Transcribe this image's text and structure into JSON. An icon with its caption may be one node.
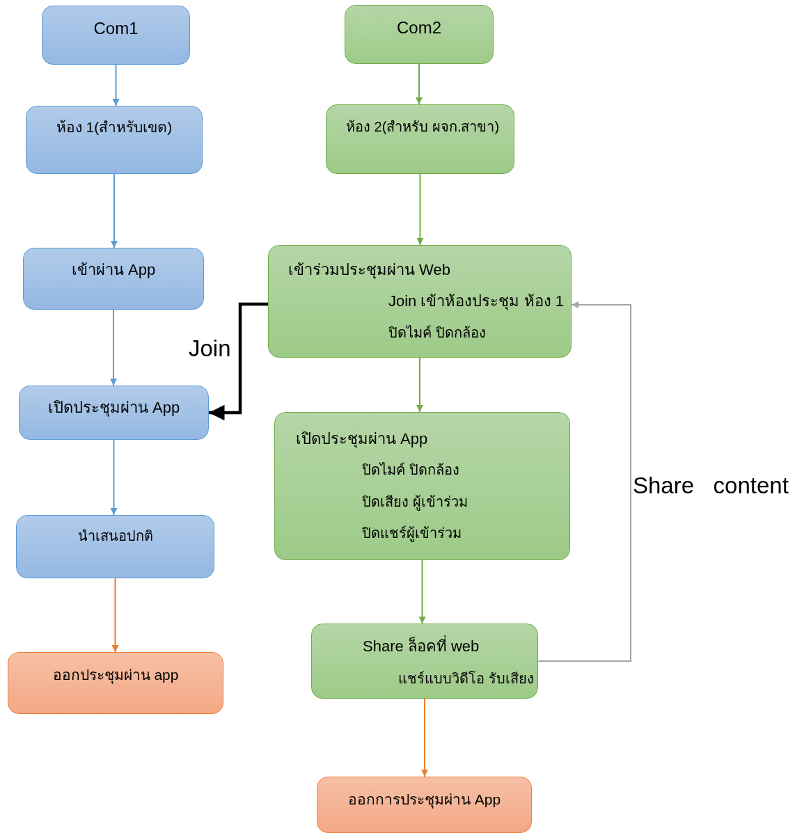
{
  "diagram": {
    "nodes": [
      {
        "text": [
          "Com1"
        ]
      },
      {
        "text": [
          "ห้อง 1(สำหรับเขต)"
        ]
      },
      {
        "text": [
          "เข้าผ่าน App"
        ]
      },
      {
        "text": [
          "เปิดประชุมผ่าน App"
        ]
      },
      {
        "text": [
          "นำเสนอปกติ"
        ]
      },
      {
        "text": [
          "ออกประชุมผ่าน app"
        ]
      },
      {
        "text": [
          "Com2"
        ]
      },
      {
        "text": [
          "ห้อง 2(สำหรับ ผจก.สาขา)"
        ]
      },
      {
        "text": [
          "เข้าร่วมประชุมผ่าน Web",
          "Join เข้าห้องประชุม ห้อง 1",
          "ปิดไมค์ ปิดกล้อง"
        ]
      },
      {
        "text": [
          "เปิดประชุมผ่าน App",
          "ปิดไมค์ ปิดกล้อง",
          "ปิดเสียง ผู้เข้าร่วม",
          "ปิดแชร์ผู้เข้าร่วม"
        ]
      },
      {
        "text": [
          "Share ล็อคที่ web",
          "แชร์แบบวิดีโอ รับเสียง"
        ]
      },
      {
        "text": [
          "ออกการประชุมผ่าน App"
        ]
      }
    ],
    "edges": [
      {
        "from": 0,
        "to": 1,
        "arrow": "to",
        "color": "#5b9bd5"
      },
      {
        "from": 1,
        "to": 2,
        "arrow": "to",
        "color": "#5b9bd5"
      },
      {
        "from": 2,
        "to": 3,
        "arrow": "to",
        "color": "#5b9bd5"
      },
      {
        "from": 3,
        "to": 4,
        "arrow": "to",
        "color": "#5b9bd5"
      },
      {
        "from": 4,
        "to": 5,
        "arrow": "to",
        "color": "#ed7d31"
      },
      {
        "from": 6,
        "to": 7,
        "arrow": "to",
        "color": "#70ad47"
      },
      {
        "from": 7,
        "to": 8,
        "arrow": "to",
        "color": "#70ad47"
      },
      {
        "from": 8,
        "to": 9,
        "arrow": "to",
        "color": "#70ad47"
      },
      {
        "from": 9,
        "to": 10,
        "arrow": "to",
        "color": "#70ad47"
      },
      {
        "from": 10,
        "to": 11,
        "arrow": "to",
        "color": "#ed7d31"
      },
      {
        "from": 8,
        "to": 3,
        "arrow": "to",
        "label": "Join",
        "style": "thick",
        "color": "#000000"
      },
      {
        "from": 10,
        "to": 8,
        "arrow": "to",
        "label": "Share   content",
        "color": "#a5a5a5"
      }
    ]
  }
}
